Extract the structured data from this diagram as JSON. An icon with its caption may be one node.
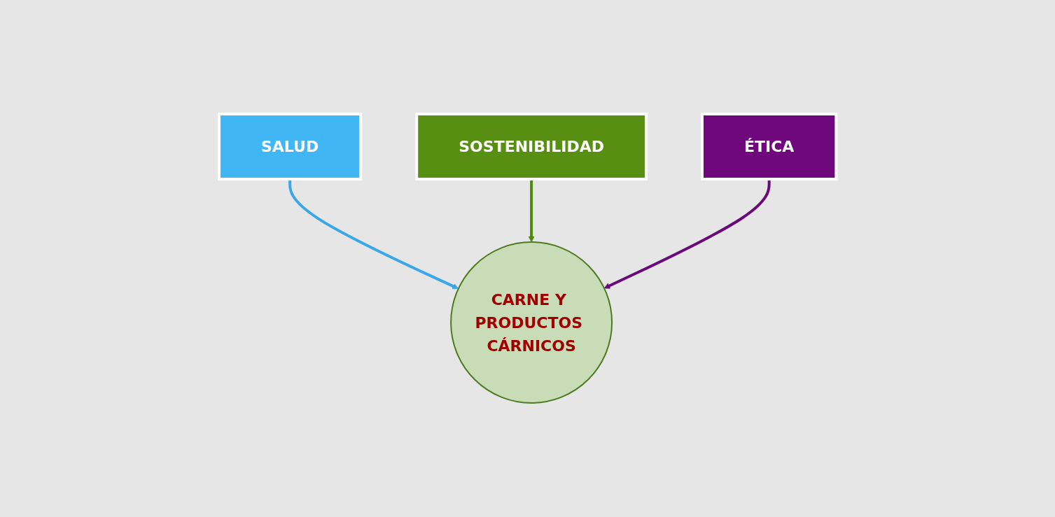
{
  "diagram": {
    "nodes": [
      {
        "text": [
          "SALUD"
        ]
      },
      {
        "text": [
          "SOSTENIBILIDAD"
        ]
      },
      {
        "text": [
          "CARNE Y PRODUCTOS CÁRNICOS"
        ]
      },
      {
        "text": [
          "ÉTICA"
        ]
      }
    ],
    "edges": [
      {
        "from": 0,
        "to": 2,
        "arrow": "to",
        "color": "#3aa8e8"
      },
      {
        "from": 1,
        "to": 2,
        "arrow": "to",
        "color": "#4e8a0e"
      },
      {
        "from": 3,
        "to": 2,
        "arrow": "to",
        "color": "#6a0a7a"
      }
    ]
  }
}
